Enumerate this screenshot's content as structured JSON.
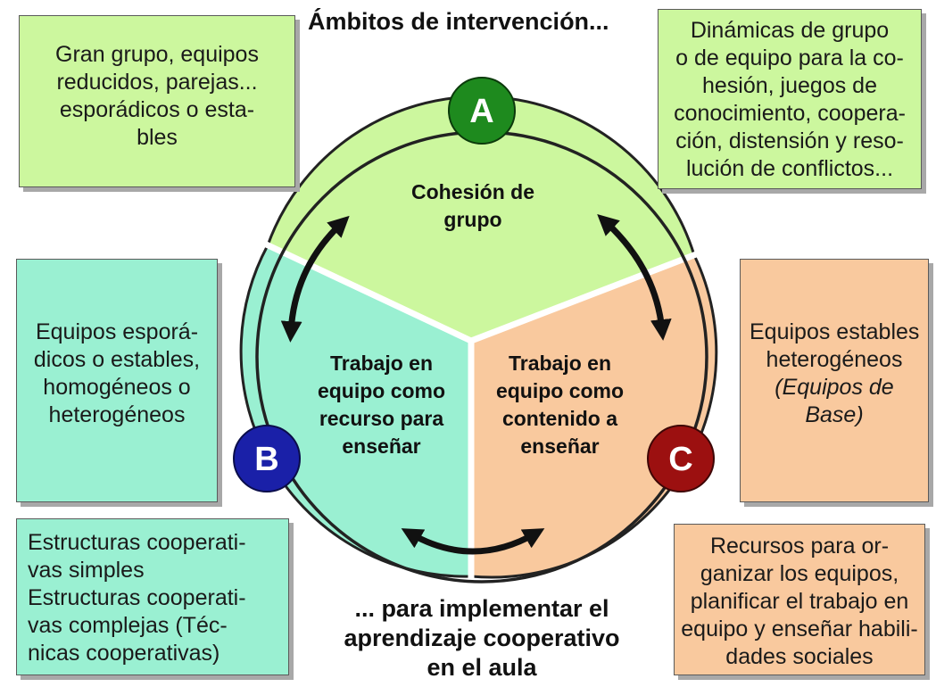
{
  "title_top": "Ámbitos de intervención...",
  "title_bottom": [
    "... para implementar el",
    "aprendizaje cooperativo",
    "en el aula"
  ],
  "badges": {
    "a": "A",
    "b": "B",
    "c": "C"
  },
  "segments": {
    "a": [
      "Cohesión de",
      "grupo"
    ],
    "b": [
      "Trabajo en",
      "equipo como",
      "recurso para",
      "enseñar"
    ],
    "c": [
      "Trabajo en",
      "equipo como",
      "contenido a",
      "enseñar"
    ]
  },
  "boxes": {
    "top_left": [
      "Gran grupo, equipos",
      "reducidos, parejas...",
      "esporádicos o esta-",
      "bles"
    ],
    "top_right": [
      "Dinámicas de grupo",
      "o de equipo para la co-",
      "hesión, juegos de",
      "conocimiento, coopera-",
      "ción, distensión y reso-",
      "lución de conflictos..."
    ],
    "mid_left": [
      "Equipos esporá-",
      "dicos o estables,",
      "homogéneos o",
      "heterogéneos"
    ],
    "mid_right": [
      "Equipos estables",
      "heterogéneos",
      "(Equipos de",
      "Base)"
    ],
    "bottom_left": [
      "Estructuras cooperati-",
      "vas simples",
      "Estructuras cooperati-",
      "vas complejas (Téc-",
      "nicas cooperativas)"
    ],
    "bottom_right": [
      "Recursos para or-",
      "ganizar los equipos,",
      "planificar el trabajo en",
      "equipo y  enseñar habili-",
      "dades sociales"
    ]
  },
  "colors": {
    "green": "#ccf79e",
    "cyan": "#9af0d2",
    "peach": "#f9c99e",
    "badge_a": "#1e8a1e",
    "badge_b": "#1a20a8",
    "badge_c": "#9c1010"
  }
}
